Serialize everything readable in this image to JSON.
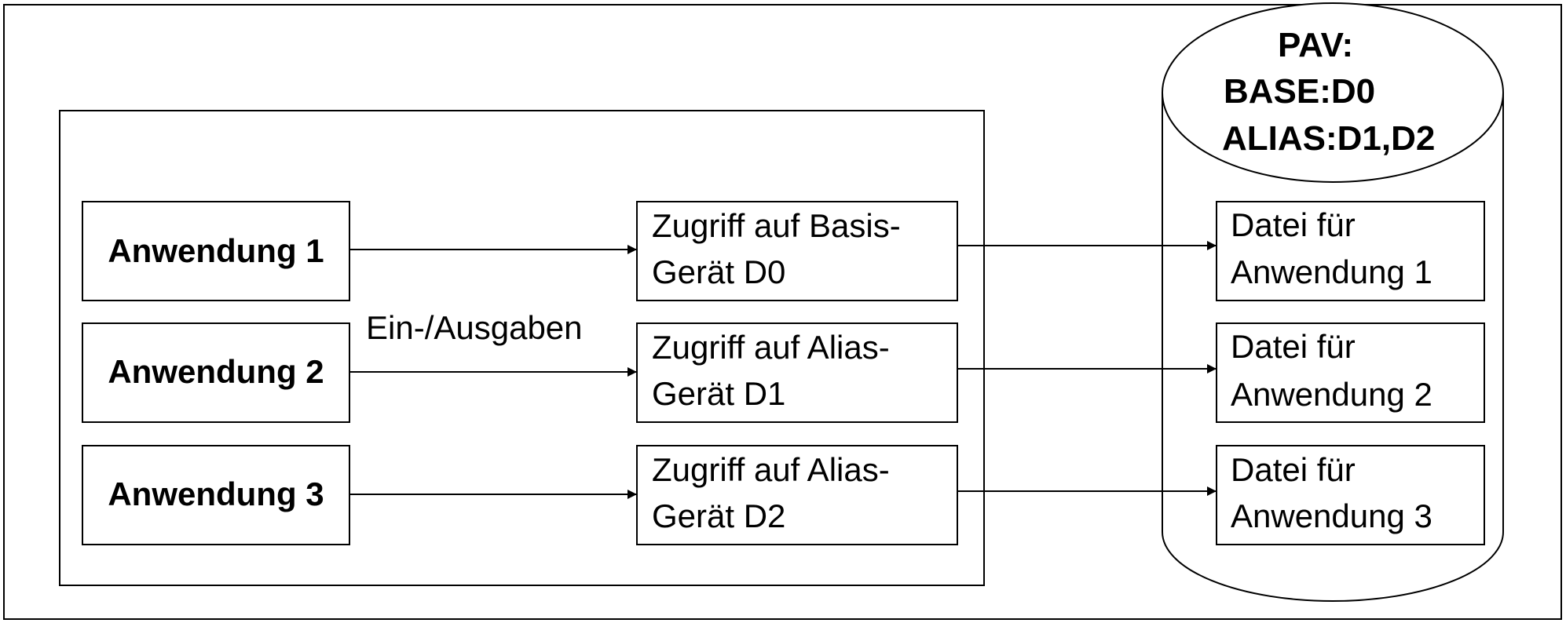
{
  "applications": [
    {
      "label": "Anwendung 1"
    },
    {
      "label": "Anwendung 2"
    },
    {
      "label": "Anwendung 3"
    }
  ],
  "io_label": "Ein-/Ausgaben",
  "devices": [
    {
      "line1": "Zugriff auf Basis-",
      "line2": "Gerät D0"
    },
    {
      "line1": "Zugriff auf Alias-",
      "line2": "Gerät D1"
    },
    {
      "line1": "Zugriff auf Alias-",
      "line2": "Gerät D2"
    }
  ],
  "disk": {
    "title": "PAV:",
    "base": "BASE:D0",
    "alias": "ALIAS:D1,D2"
  },
  "files": [
    {
      "line1": "Datei für",
      "line2": "Anwendung 1"
    },
    {
      "line1": "Datei für",
      "line2": "Anwendung 2"
    },
    {
      "line1": "Datei für",
      "line2": "Anwendung 3"
    }
  ]
}
